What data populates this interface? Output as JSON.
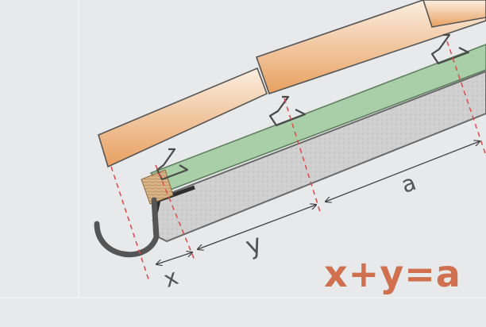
{
  "labels": {
    "x": "x",
    "y": "y",
    "a": "a",
    "formula": "x+y=a"
  },
  "colors": {
    "background": "#e8e9ea",
    "tile_light": "#fbeee0",
    "tile_dark": "#e8a060",
    "batten": "#a9cfa8",
    "board": "#d0d0d0",
    "gutter": "#555555",
    "guide_line": "#e04848",
    "dimension": "#444444",
    "formula": "#d0704e"
  },
  "icons": {
    "tile_clip": "tile-clip-icon",
    "gutter": "gutter-icon",
    "wood_block": "wood-block-icon"
  }
}
